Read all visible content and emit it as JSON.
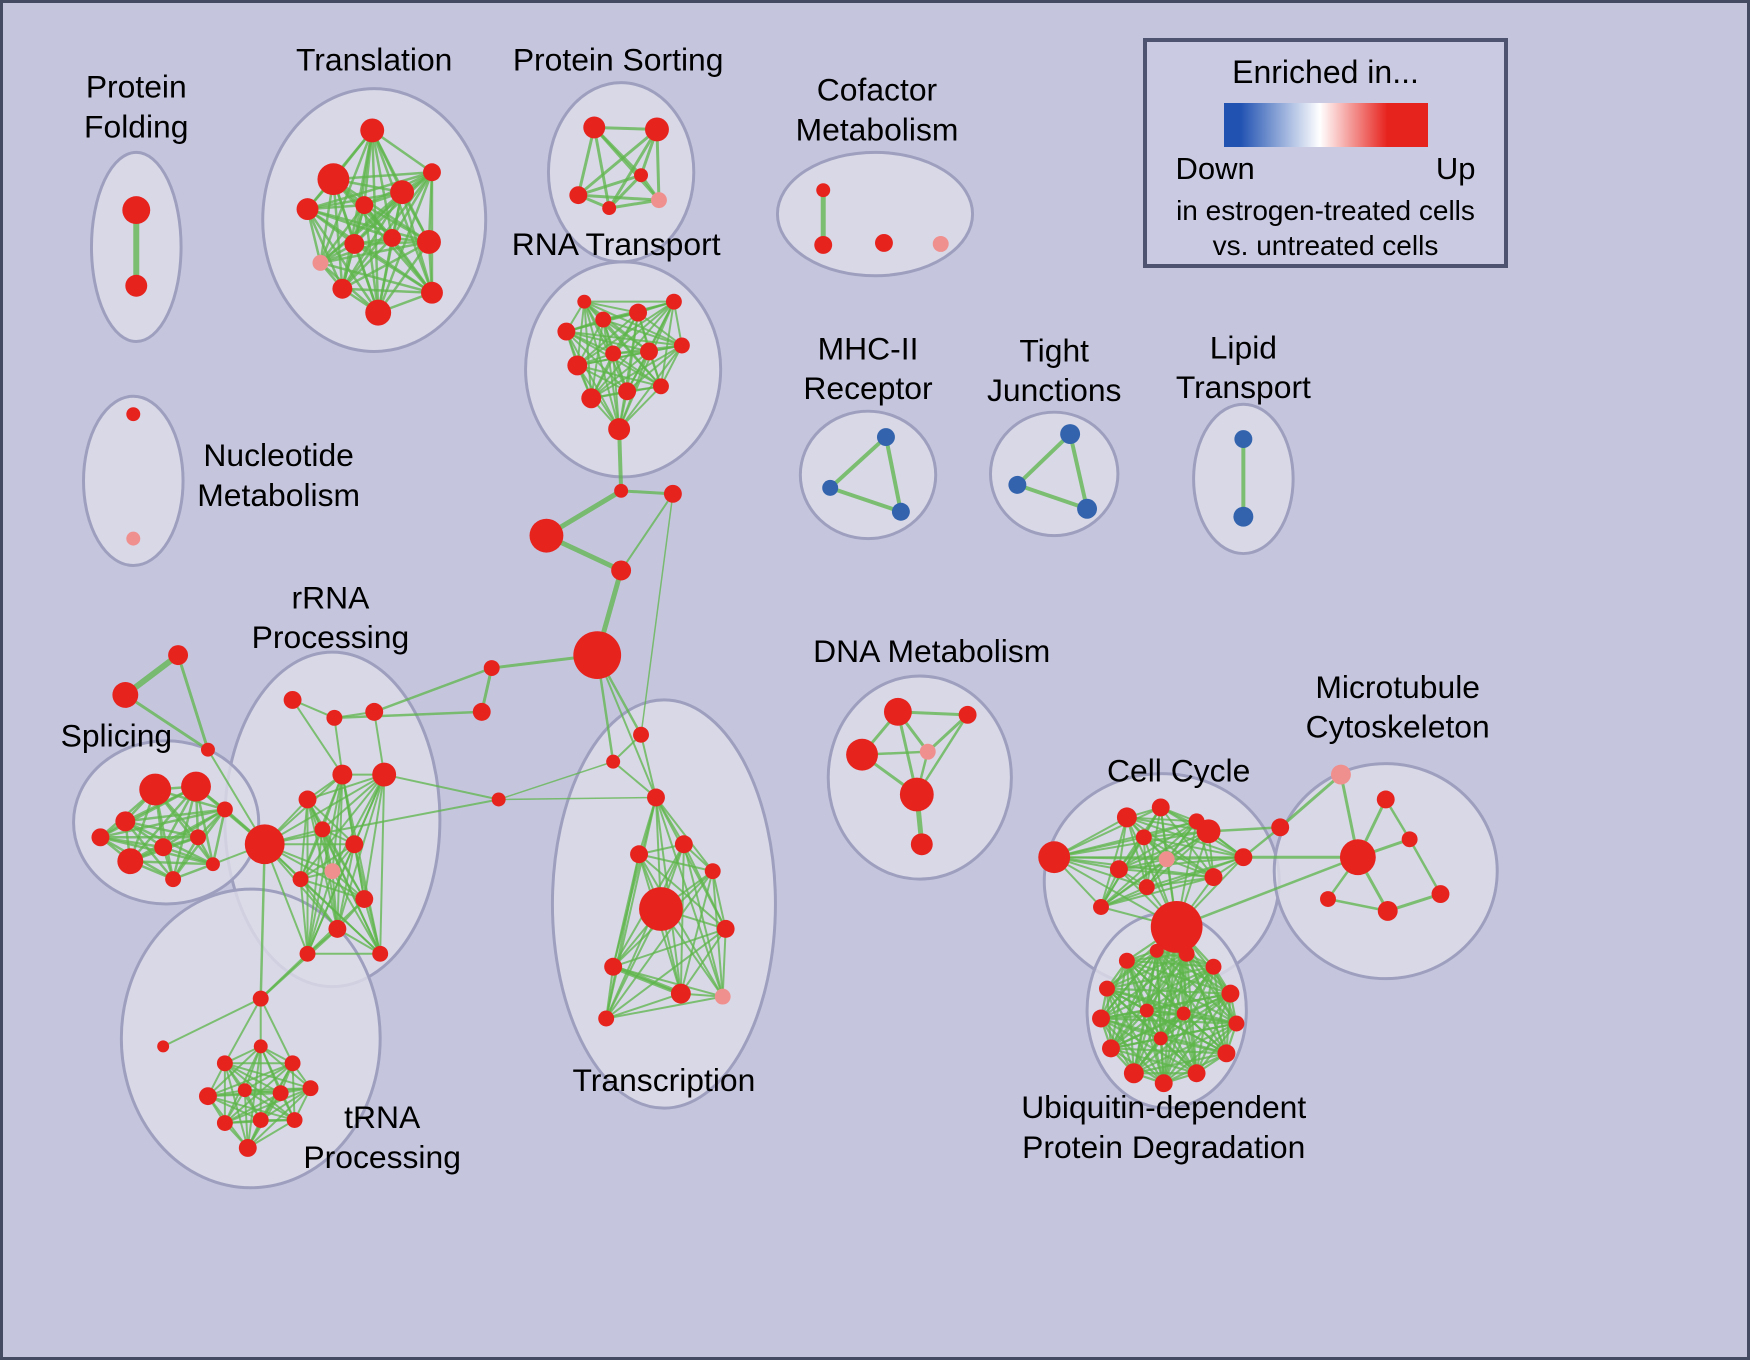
{
  "style": {
    "background": "#c5c6de",
    "border_color": "#454a63",
    "ellipse_fill": "#dcdce8",
    "ellipse_opacity": 0.8,
    "ellipse_stroke": "#9e9fbe",
    "edge_color": "#5db649",
    "edge_opacity": 0.75,
    "node_colors": {
      "up": "#e7231e",
      "mild": "#f0908e",
      "down": "#3263ac"
    },
    "label_color": "#000000"
  },
  "legend": {
    "title": "Enriched in...",
    "down_label": "Down",
    "up_label": "Up",
    "line1": "in estrogen-treated cells",
    "line2": "vs. untreated cells",
    "gradient_stops": [
      [
        "#2152b2",
        0
      ],
      [
        "#2152b2",
        8
      ],
      [
        "#ffffff",
        47
      ],
      [
        "#e7231e",
        80
      ],
      [
        "#e7231e",
        100
      ]
    ]
  },
  "clusters": [
    {
      "id": "protein-folding",
      "label_lines": [
        "Protein",
        "Folding"
      ],
      "label": [
        133,
        95
      ],
      "ellipse": [
        133,
        245,
        45,
        95
      ]
    },
    {
      "id": "translation",
      "label_lines": [
        "Translation"
      ],
      "label": [
        372,
        68
      ],
      "ellipse": [
        372,
        218,
        112,
        132
      ]
    },
    {
      "id": "protein-sorting",
      "label_lines": [
        "Protein Sorting"
      ],
      "label": [
        617,
        68
      ],
      "ellipse": [
        620,
        170,
        73,
        90
      ]
    },
    {
      "id": "cofactor-metabolism",
      "label_lines": [
        "Cofactor",
        "Metabolism"
      ],
      "label": [
        877,
        98
      ],
      "ellipse": [
        875,
        212,
        98,
        62
      ]
    },
    {
      "id": "rna-transport",
      "label_lines": [
        "RNA Transport"
      ],
      "label": [
        615,
        253
      ],
      "ellipse": [
        622,
        368,
        98,
        108
      ]
    },
    {
      "id": "nucleotide-metabolism",
      "label_lines": [
        "Nucleotide",
        "Metabolism"
      ],
      "label": [
        276,
        465
      ],
      "ellipse": [
        130,
        480,
        50,
        85
      ]
    },
    {
      "id": "mhc-ii-receptor",
      "label_lines": [
        "MHC-II",
        "Receptor"
      ],
      "label": [
        868,
        358
      ],
      "ellipse": [
        868,
        474,
        68,
        64
      ]
    },
    {
      "id": "tight-junctions",
      "label_lines": [
        "Tight",
        "Junctions"
      ],
      "label": [
        1055,
        360
      ],
      "ellipse": [
        1055,
        473,
        64,
        62
      ]
    },
    {
      "id": "lipid-transport",
      "label_lines": [
        "Lipid",
        "Transport"
      ],
      "label": [
        1245,
        357
      ],
      "ellipse": [
        1245,
        478,
        50,
        75
      ]
    },
    {
      "id": "rrna-processing",
      "label_lines": [
        "rRNA",
        "Processing"
      ],
      "label": [
        328,
        608
      ],
      "ellipse": [
        330,
        820,
        108,
        168
      ]
    },
    {
      "id": "splicing",
      "label_lines": [
        "Splicing"
      ],
      "label": [
        113,
        747
      ],
      "ellipse": [
        163,
        823,
        93,
        82
      ]
    },
    {
      "id": "trna-processing",
      "label_lines": [
        "tRNA",
        "Processing"
      ],
      "label": [
        380,
        1130
      ],
      "ellipse": [
        248,
        1040,
        130,
        150
      ]
    },
    {
      "id": "transcription",
      "label_lines": [
        "Transcription"
      ],
      "label": [
        663,
        1093
      ],
      "ellipse": [
        663,
        905,
        112,
        205
      ]
    },
    {
      "id": "dna-metabolism",
      "label_lines": [
        "DNA Metabolism"
      ],
      "label": [
        932,
        662
      ],
      "ellipse": [
        920,
        778,
        92,
        102
      ]
    },
    {
      "id": "cell-cycle",
      "label_lines": [
        "Cell Cycle"
      ],
      "label": [
        1180,
        782
      ],
      "ellipse": [
        1163,
        882,
        118,
        108
      ]
    },
    {
      "id": "microtubule-cytoskeleton",
      "label_lines": [
        "Microtubule",
        "Cytoskeleton"
      ],
      "label": [
        1400,
        698
      ],
      "ellipse": [
        1388,
        872,
        112,
        108
      ]
    },
    {
      "id": "ubiquitin-degradation",
      "label_lines": [
        "Ubiquitin-dependent",
        "Protein Degradation"
      ],
      "label": [
        1165,
        1120
      ],
      "ellipse": [
        1168,
        1012,
        80,
        98
      ]
    }
  ],
  "nodes": [
    [
      "pf1",
      133,
      208,
      14
    ],
    [
      "pf2",
      133,
      284,
      11
    ],
    [
      "tr1",
      370,
      128,
      12
    ],
    [
      "tr2",
      331,
      177,
      16
    ],
    [
      "tr3",
      305,
      207,
      11
    ],
    [
      "tr4",
      362,
      203,
      9
    ],
    [
      "tr5",
      400,
      190,
      12
    ],
    [
      "tr6",
      430,
      170,
      9
    ],
    [
      "tr7",
      318,
      261,
      8,
      "mild"
    ],
    [
      "tr8",
      352,
      242,
      10
    ],
    [
      "tr9",
      390,
      236,
      9
    ],
    [
      "tr10",
      427,
      240,
      12
    ],
    [
      "tr11",
      340,
      287,
      10
    ],
    [
      "tr12",
      376,
      311,
      13
    ],
    [
      "tr13",
      430,
      291,
      11
    ],
    [
      "ps1",
      593,
      125,
      11
    ],
    [
      "ps2",
      656,
      127,
      12
    ],
    [
      "ps3",
      577,
      193,
      9
    ],
    [
      "ps4",
      608,
      206,
      7
    ],
    [
      "ps5",
      640,
      173,
      7
    ],
    [
      "ps6",
      658,
      198,
      8,
      "mild"
    ],
    [
      "cm1",
      823,
      188,
      7
    ],
    [
      "cm2",
      823,
      243,
      9
    ],
    [
      "cm3",
      884,
      241,
      9
    ],
    [
      "cm4",
      941,
      242,
      8,
      "mild"
    ],
    [
      "rt1",
      583,
      300,
      7
    ],
    [
      "rt2",
      565,
      330,
      9
    ],
    [
      "rt3",
      602,
      318,
      8
    ],
    [
      "rt4",
      637,
      311,
      9
    ],
    [
      "rt5",
      673,
      300,
      8
    ],
    [
      "rt6",
      576,
      364,
      10
    ],
    [
      "rt7",
      612,
      352,
      8
    ],
    [
      "rt8",
      648,
      350,
      9
    ],
    [
      "rt9",
      681,
      344,
      8
    ],
    [
      "rt10",
      590,
      397,
      10
    ],
    [
      "rt11",
      626,
      390,
      9
    ],
    [
      "rt12",
      660,
      385,
      8
    ],
    [
      "rt13",
      618,
      428,
      11
    ],
    [
      "nm1",
      130,
      413,
      7
    ],
    [
      "nm2",
      130,
      538,
      7,
      "mild"
    ],
    [
      "mh1",
      886,
      436,
      9,
      "down"
    ],
    [
      "mh2",
      830,
      487,
      8,
      "down"
    ],
    [
      "mh3",
      901,
      511,
      9,
      "down"
    ],
    [
      "tj1",
      1071,
      433,
      10,
      "down"
    ],
    [
      "tj2",
      1018,
      484,
      9,
      "down"
    ],
    [
      "tj3",
      1088,
      508,
      10,
      "down"
    ],
    [
      "lt1",
      1245,
      438,
      9,
      "down"
    ],
    [
      "lt2",
      1245,
      516,
      10,
      "down"
    ],
    [
      "cn1",
      620,
      490,
      7
    ],
    [
      "cn2",
      672,
      493,
      9
    ],
    [
      "cn3",
      545,
      535,
      17
    ],
    [
      "cn4",
      620,
      570,
      10
    ],
    [
      "cn5",
      596,
      655,
      24
    ],
    [
      "cn6",
      490,
      668,
      8
    ],
    [
      "cn7",
      480,
      712,
      9
    ],
    [
      "cn8",
      497,
      800,
      7
    ],
    [
      "tri1",
      175,
      655,
      10
    ],
    [
      "tri2",
      122,
      695,
      13
    ],
    [
      "tri3",
      205,
      750,
      7
    ],
    [
      "sp1",
      152,
      790,
      16
    ],
    [
      "sp2",
      193,
      787,
      15
    ],
    [
      "sp3",
      122,
      822,
      10
    ],
    [
      "sp4",
      97,
      838,
      9
    ],
    [
      "sp5",
      127,
      862,
      13
    ],
    [
      "sp6",
      160,
      848,
      9
    ],
    [
      "sp7",
      222,
      810,
      8
    ],
    [
      "sp8",
      195,
      838,
      8
    ],
    [
      "sp9",
      170,
      880,
      8
    ],
    [
      "sp10",
      210,
      865,
      7
    ],
    [
      "rr1",
      290,
      700,
      9
    ],
    [
      "rr2",
      332,
      718,
      8
    ],
    [
      "rr3",
      372,
      712,
      9
    ],
    [
      "rr4",
      262,
      845,
      20
    ],
    [
      "rr5",
      305,
      800,
      9
    ],
    [
      "rr6",
      340,
      775,
      10
    ],
    [
      "rr7",
      382,
      775,
      12
    ],
    [
      "rr8",
      320,
      830,
      8
    ],
    [
      "rr9",
      352,
      845,
      9
    ],
    [
      "rr10",
      330,
      872,
      8,
      "mild"
    ],
    [
      "rr11",
      298,
      880,
      8
    ],
    [
      "rr12",
      362,
      900,
      9
    ],
    [
      "rr13",
      335,
      930,
      9
    ],
    [
      "rr14",
      305,
      955,
      8
    ],
    [
      "rr15",
      378,
      955,
      8
    ],
    [
      "tn1",
      258,
      1000,
      8
    ],
    [
      "tn2",
      160,
      1048,
      6
    ],
    [
      "tn3",
      222,
      1065,
      8
    ],
    [
      "tn4",
      258,
      1048,
      7
    ],
    [
      "tn5",
      290,
      1065,
      8
    ],
    [
      "tn6",
      205,
      1098,
      9
    ],
    [
      "tn7",
      242,
      1092,
      7
    ],
    [
      "tn8",
      278,
      1095,
      8
    ],
    [
      "tn9",
      308,
      1090,
      8
    ],
    [
      "tn10",
      222,
      1125,
      8
    ],
    [
      "tn11",
      258,
      1122,
      8
    ],
    [
      "tn12",
      292,
      1122,
      8
    ],
    [
      "tn13",
      245,
      1150,
      9
    ],
    [
      "tx1",
      640,
      735,
      8
    ],
    [
      "tx2",
      612,
      762,
      7
    ],
    [
      "tx3",
      655,
      798,
      9
    ],
    [
      "tx4",
      683,
      845,
      9
    ],
    [
      "tx5",
      638,
      855,
      9
    ],
    [
      "tx6",
      660,
      910,
      22
    ],
    [
      "tx7",
      712,
      872,
      8
    ],
    [
      "tx8",
      725,
      930,
      9
    ],
    [
      "tx9",
      612,
      968,
      9
    ],
    [
      "tx10",
      680,
      995,
      10
    ],
    [
      "tx11",
      722,
      998,
      8,
      "mild"
    ],
    [
      "tx12",
      605,
      1020,
      8
    ],
    [
      "dm1",
      898,
      712,
      14
    ],
    [
      "dm2",
      968,
      715,
      9
    ],
    [
      "dm3",
      862,
      755,
      16
    ],
    [
      "dm4",
      928,
      752,
      8,
      "mild"
    ],
    [
      "dm5",
      917,
      795,
      17
    ],
    [
      "dm6",
      922,
      845,
      11
    ],
    [
      "cc1",
      1055,
      858,
      16
    ],
    [
      "cc2",
      1128,
      818,
      10
    ],
    [
      "cc3",
      1162,
      808,
      9
    ],
    [
      "cc4",
      1198,
      822,
      8
    ],
    [
      "cc5",
      1145,
      838,
      8
    ],
    [
      "cc6",
      1168,
      860,
      8,
      "mild"
    ],
    [
      "cc7",
      1210,
      832,
      12
    ],
    [
      "cc8",
      1120,
      870,
      9
    ],
    [
      "cc9",
      1148,
      888,
      8
    ],
    [
      "cc10",
      1215,
      878,
      9
    ],
    [
      "cc11",
      1245,
      858,
      9
    ],
    [
      "cc12",
      1178,
      928,
      26
    ],
    [
      "cc13",
      1102,
      908,
      8
    ],
    [
      "mt1",
      1343,
      775,
      10,
      "mild"
    ],
    [
      "mt2",
      1388,
      800,
      9
    ],
    [
      "mt3",
      1282,
      828,
      9
    ],
    [
      "mt4",
      1360,
      858,
      18
    ],
    [
      "mt5",
      1412,
      840,
      8
    ],
    [
      "mt6",
      1443,
      895,
      9
    ],
    [
      "mt7",
      1390,
      912,
      10
    ],
    [
      "mt8",
      1330,
      900,
      8
    ],
    [
      "ub1",
      1128,
      962,
      8
    ],
    [
      "ub2",
      1158,
      952,
      7
    ],
    [
      "ub3",
      1188,
      955,
      8
    ],
    [
      "ub4",
      1215,
      968,
      8
    ],
    [
      "ub5",
      1108,
      990,
      8
    ],
    [
      "ub6",
      1232,
      995,
      9
    ],
    [
      "ub7",
      1102,
      1020,
      9
    ],
    [
      "ub8",
      1238,
      1025,
      8
    ],
    [
      "ub9",
      1112,
      1050,
      9
    ],
    [
      "ub10",
      1228,
      1055,
      9
    ],
    [
      "ub11",
      1135,
      1075,
      10
    ],
    [
      "ub12",
      1165,
      1085,
      9
    ],
    [
      "ub13",
      1198,
      1075,
      9
    ],
    [
      "ub14",
      1148,
      1012,
      7
    ],
    [
      "ub15",
      1185,
      1015,
      7
    ],
    [
      "ub16",
      1162,
      1040,
      7
    ]
  ],
  "meshes": [
    {
      "nodes": [
        "tr1",
        "tr2",
        "tr3",
        "tr4",
        "tr5",
        "tr6",
        "tr7",
        "tr8",
        "tr9",
        "tr10",
        "tr11",
        "tr12",
        "tr13"
      ],
      "w": 2.5
    },
    {
      "nodes": [
        "ps1",
        "ps2",
        "ps3",
        "ps4",
        "ps5",
        "ps6"
      ],
      "w": 3
    },
    {
      "nodes": [
        "rt1",
        "rt2",
        "rt3",
        "rt4",
        "rt5",
        "rt6",
        "rt7",
        "rt8",
        "rt9",
        "rt10",
        "rt11",
        "rt12",
        "rt13"
      ],
      "w": 2
    },
    {
      "nodes": [
        "sp1",
        "sp2",
        "sp3",
        "sp4",
        "sp5",
        "sp6",
        "sp7",
        "sp8",
        "sp9",
        "sp10"
      ],
      "w": 2.5
    },
    {
      "nodes": [
        "rr4",
        "rr5",
        "rr6",
        "rr7",
        "rr8",
        "rr9",
        "rr10",
        "rr11",
        "rr12",
        "rr13",
        "rr14",
        "rr15"
      ],
      "w": 2
    },
    {
      "nodes": [
        "tn3",
        "tn4",
        "tn5",
        "tn6",
        "tn7",
        "tn8",
        "tn9",
        "tn10",
        "tn11",
        "tn12",
        "tn13"
      ],
      "w": 2
    },
    {
      "nodes": [
        "tx3",
        "tx4",
        "tx5",
        "tx6",
        "tx7",
        "tx8",
        "tx9",
        "tx10",
        "tx11",
        "tx12"
      ],
      "w": 2
    },
    {
      "nodes": [
        "cc1",
        "cc2",
        "cc3",
        "cc4",
        "cc5",
        "cc6",
        "cc7",
        "cc8",
        "cc9",
        "cc10",
        "cc11",
        "cc12",
        "cc13"
      ],
      "w": 2
    },
    {
      "nodes": [
        "ub1",
        "ub2",
        "ub3",
        "ub4",
        "ub5",
        "ub6",
        "ub7",
        "ub8",
        "ub9",
        "ub10",
        "ub11",
        "ub12",
        "ub13",
        "ub14",
        "ub15",
        "ub16",
        "cc12"
      ],
      "w": 2.2
    }
  ],
  "edges": [
    [
      "pf1",
      "pf2",
      6
    ],
    [
      "cm1",
      "cm2",
      5
    ],
    [
      "mh1",
      "mh2",
      4
    ],
    [
      "mh1",
      "mh3",
      4
    ],
    [
      "mh2",
      "mh3",
      4
    ],
    [
      "tj1",
      "tj2",
      4
    ],
    [
      "tj1",
      "tj3",
      4
    ],
    [
      "tj2",
      "tj3",
      4
    ],
    [
      "lt1",
      "lt2",
      4
    ],
    [
      "rt13",
      "cn1",
      4
    ],
    [
      "cn1",
      "cn2",
      3
    ],
    [
      "cn1",
      "cn3",
      5
    ],
    [
      "cn3",
      "cn4",
      5
    ],
    [
      "cn4",
      "cn5",
      5
    ],
    [
      "cn2",
      "cn4",
      2
    ],
    [
      "cn5",
      "cn6",
      3
    ],
    [
      "cn6",
      "cn7",
      3
    ],
    [
      "cn7",
      "rr2",
      2.5
    ],
    [
      "cn6",
      "rr3",
      2.5
    ],
    [
      "cn5",
      "tx1",
      2.5
    ],
    [
      "cn5",
      "tx2",
      2.5
    ],
    [
      "cn5",
      "tx3",
      2
    ],
    [
      "cn2",
      "tx1",
      1.5
    ],
    [
      "cn8",
      "tx2",
      1.5
    ],
    [
      "cn8",
      "tx3",
      1.5
    ],
    [
      "cn8",
      "rr7",
      2
    ],
    [
      "cn8",
      "rr4",
      2
    ],
    [
      "tri1",
      "tri2",
      6
    ],
    [
      "tri1",
      "tri3",
      3
    ],
    [
      "tri2",
      "tri3",
      3
    ],
    [
      "tri3",
      "rr4",
      2
    ],
    [
      "sp2",
      "rr4",
      3
    ],
    [
      "sp7",
      "rr4",
      3
    ],
    [
      "sp10",
      "rr4",
      2
    ],
    [
      "rr1",
      "rr2",
      2
    ],
    [
      "rr2",
      "rr3",
      2
    ],
    [
      "rr1",
      "rr6",
      2
    ],
    [
      "rr2",
      "rr6",
      2
    ],
    [
      "rr3",
      "rr7",
      2
    ],
    [
      "tn1",
      "tn3",
      2
    ],
    [
      "tn1",
      "tn4",
      2
    ],
    [
      "tn1",
      "tn5",
      2
    ],
    [
      "tn1",
      "rr13",
      2.5
    ],
    [
      "tn1",
      "rr14",
      2.5
    ],
    [
      "tn2",
      "tn1",
      2
    ],
    [
      "rr4",
      "tn1",
      2.5
    ],
    [
      "tx1",
      "tx2",
      2
    ],
    [
      "tx1",
      "tx3",
      2
    ],
    [
      "tx2",
      "tx3",
      2
    ],
    [
      "tx9",
      "tx10",
      5
    ],
    [
      "dm1",
      "dm2",
      3
    ],
    [
      "dm1",
      "dm3",
      3
    ],
    [
      "dm1",
      "dm4",
      3
    ],
    [
      "dm1",
      "dm5",
      3
    ],
    [
      "dm2",
      "dm4",
      3
    ],
    [
      "dm2",
      "dm5",
      2.5
    ],
    [
      "dm3",
      "dm5",
      3
    ],
    [
      "dm3",
      "dm4",
      2.5
    ],
    [
      "dm4",
      "dm5",
      2.5
    ],
    [
      "dm5",
      "dm6",
      5
    ],
    [
      "mt1",
      "mt3",
      3
    ],
    [
      "mt1",
      "mt4",
      3
    ],
    [
      "mt2",
      "mt4",
      3
    ],
    [
      "mt2",
      "mt5",
      2.5
    ],
    [
      "mt4",
      "mt5",
      3
    ],
    [
      "mt4",
      "mt7",
      3
    ],
    [
      "mt5",
      "mt6",
      2.5
    ],
    [
      "mt6",
      "mt7",
      3
    ],
    [
      "mt4",
      "mt8",
      2.5
    ],
    [
      "mt7",
      "mt8",
      2.5
    ],
    [
      "mt3",
      "cc7",
      2.5
    ],
    [
      "mt3",
      "cc11",
      2.5
    ],
    [
      "mt4",
      "cc11",
      3
    ],
    [
      "mt4",
      "cc12",
      2.5
    ]
  ]
}
